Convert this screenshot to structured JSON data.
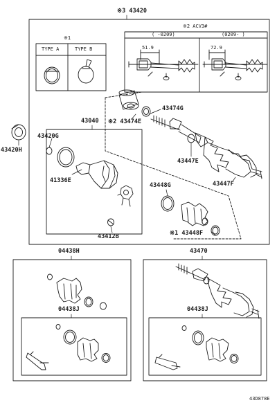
{
  "colors": {
    "ink": "#1a1a1a",
    "paper": "#ffffff"
  },
  "labels": {
    "assembly_main": "※3 43420",
    "variant_note": "※2 ACV3#",
    "note1_mark": "※1",
    "type_a": "TYPE A",
    "type_b": "TYPE B",
    "period_left": "(    -0209)",
    "period_right": "(0209-    )",
    "dim_left": "51.9",
    "dim_right": "72.9",
    "boot_kit": "43040",
    "p_43474G": "43474G",
    "p_43474E": "※2 43474E",
    "p_43420G": "43420G",
    "p_43420H": "43420H",
    "p_41336E": "41336E",
    "p_43447E": "43447E",
    "p_43447F": "43447F",
    "p_43448G": "43448G",
    "p_43412B": "43412B",
    "p_43448F": "※1 43448F",
    "kit_04438H": "04438H",
    "kit_04438J_left": "04438J",
    "shaft_43470": "43470",
    "kit_04438J_right": "04438J",
    "footer_code": "43D878E"
  }
}
